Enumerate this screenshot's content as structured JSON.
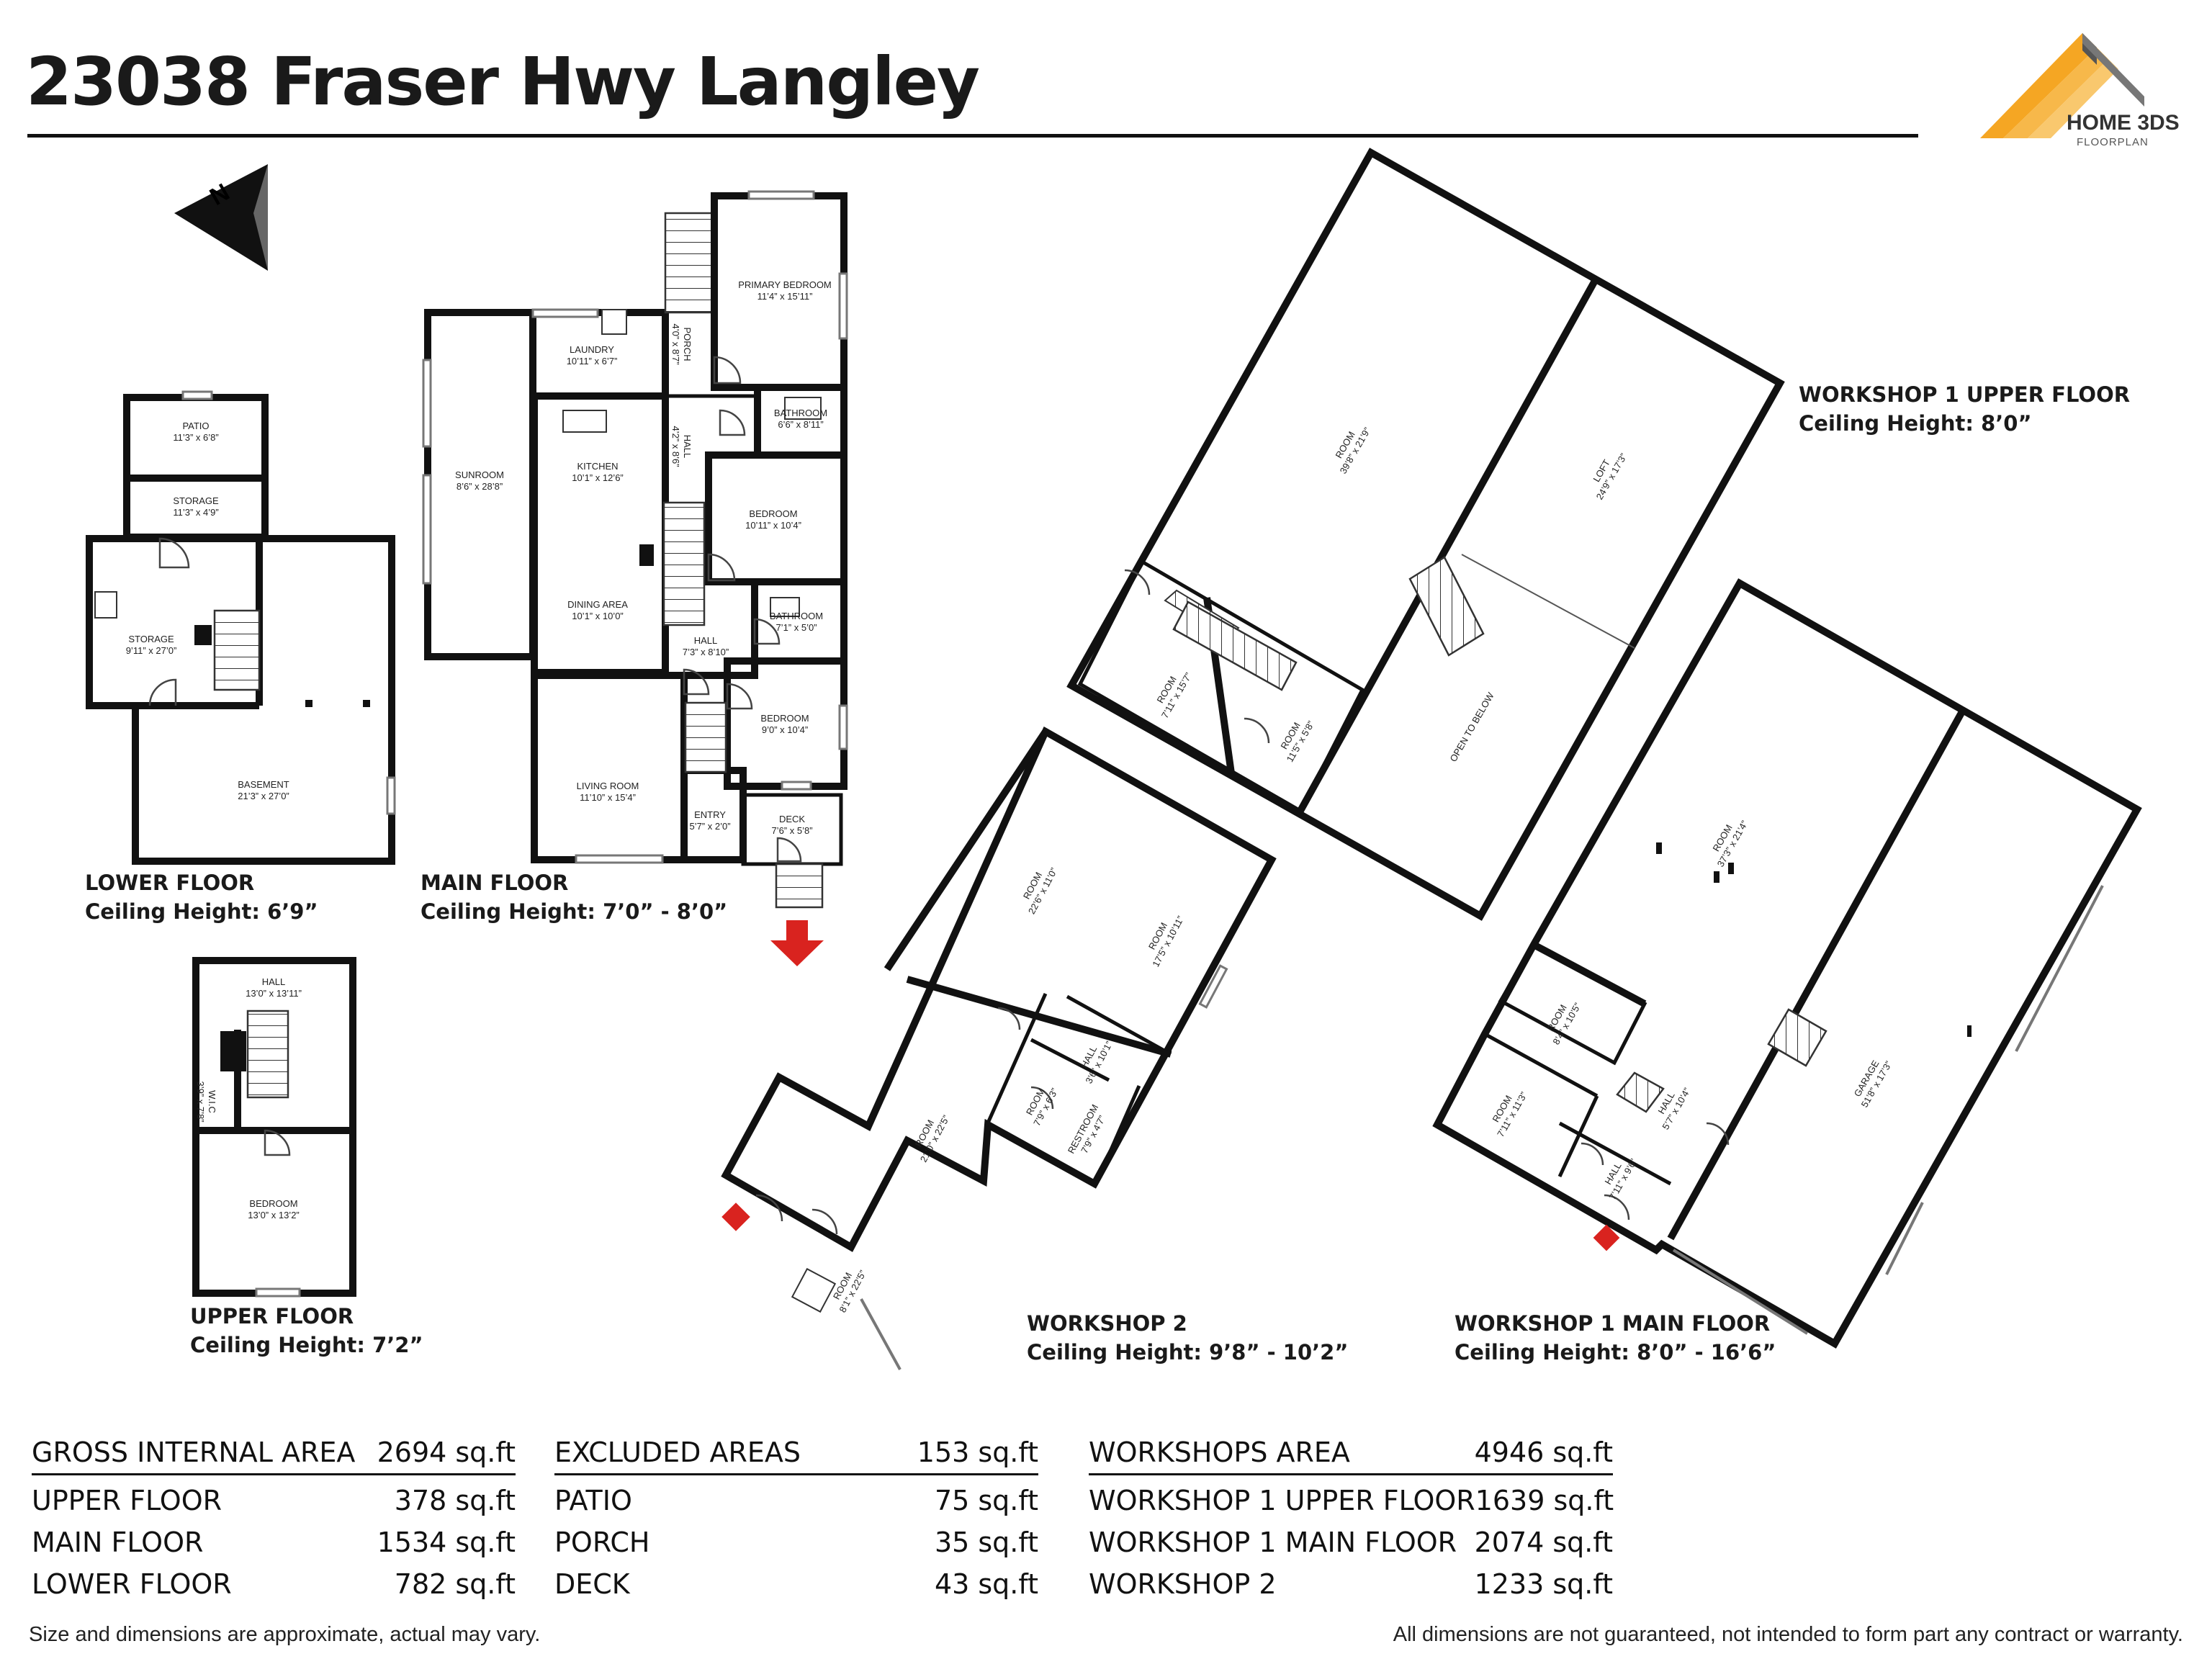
{
  "title": "23038 Fraser Hwy Langley",
  "logo": {
    "name": "HOME 3DS",
    "sub": "FLOORPLAN",
    "accent": "#f5a623"
  },
  "compass": {
    "label": "N"
  },
  "floors": {
    "lower": {
      "title": "LOWER FLOOR",
      "ceiling": "Ceiling Height: 6’9”"
    },
    "main": {
      "title": "MAIN FLOOR",
      "ceiling": "Ceiling Height: 7’0” - 8’0”"
    },
    "upper": {
      "title": "UPPER FLOOR",
      "ceiling": "Ceiling Height: 7’2”"
    },
    "w2": {
      "title": "WORKSHOP 2",
      "ceiling": "Ceiling Height: 9’8” - 10’2”"
    },
    "w1main": {
      "title": "WORKSHOP 1 MAIN FLOOR",
      "ceiling": "Ceiling Height: 8’0” - 16’6”"
    },
    "w1upper": {
      "title": "WORKSHOP 1 UPPER FLOOR",
      "ceiling": "Ceiling Height: 8’0”"
    }
  },
  "rooms": {
    "patio": {
      "name": "PATIO",
      "dim": "11’3” x 6’8”"
    },
    "storage_small": {
      "name": "STORAGE",
      "dim": "11’3” x 4’9”"
    },
    "storage": {
      "name": "STORAGE",
      "dim": "9’11” x 27’0”"
    },
    "basement": {
      "name": "BASEMENT",
      "dim": "21’3” x 27’0”"
    },
    "laundry": {
      "name": "LAUNDRY",
      "dim": "10’11” x 6’7”"
    },
    "porch": {
      "name": "PORCH",
      "dim": "4’0” x 8’7”"
    },
    "primary": {
      "name": "PRIMARY BEDROOM",
      "dim": "11’4” x 15’11”"
    },
    "bath1": {
      "name": "BATHROOM",
      "dim": "6’6” x 8’11”"
    },
    "sunroom": {
      "name": "SUNROOM",
      "dim": "8’6” x 28’8”"
    },
    "kitchen": {
      "name": "KITCHEN",
      "dim": "10’1” x 12’6”"
    },
    "hall_main1": {
      "name": "HALL",
      "dim": "4’2” x 8’6”"
    },
    "bed1": {
      "name": "BEDROOM",
      "dim": "10’11” x 10’4”"
    },
    "dining": {
      "name": "DINING AREA",
      "dim": "10’1” x 10’0”"
    },
    "bath2": {
      "name": "BATHROOM",
      "dim": "7’1” x 5’0”"
    },
    "hall_main2": {
      "name": "HALL",
      "dim": "7’3” x 8’10”"
    },
    "bed2": {
      "name": "BEDROOM",
      "dim": "9’0” x 10’4”"
    },
    "living": {
      "name": "LIVING ROOM",
      "dim": "11’10” x 15’4”"
    },
    "entry": {
      "name": "ENTRY",
      "dim": "5’7” x 2’0”"
    },
    "deck": {
      "name": "DECK",
      "dim": "7’6” x 5’8”"
    },
    "hall_up": {
      "name": "HALL",
      "dim": "13’0” x 13’11”"
    },
    "wic": {
      "name": "W.I.C",
      "dim": "3’9” x 7’8”"
    },
    "bed_up": {
      "name": "BEDROOM",
      "dim": "13’0” x 13’2”"
    },
    "w1u_room": {
      "name": "ROOM",
      "dim": "39’8” x 21’9”"
    },
    "w1u_loft": {
      "name": "LOFT",
      "dim": "24’9” x 17’3”"
    },
    "w1u_open": {
      "name": "OPEN TO BELOW",
      "dim": ""
    },
    "w1u_room2": {
      "name": "ROOM",
      "dim": "7’11” x 15’7”"
    },
    "w1u_room3": {
      "name": "ROOM",
      "dim": "11’5” x 5’8”"
    },
    "w2_room1": {
      "name": "ROOM",
      "dim": "22’6” x 11’0”"
    },
    "w2_room2": {
      "name": "ROOM",
      "dim": "17’5” x 10’11”"
    },
    "w2_room3": {
      "name": "ROOM",
      "dim": "21’0” x 22’5”"
    },
    "w2_hall": {
      "name": "HALL",
      "dim": "3’6” x 10’1”"
    },
    "w2_room4": {
      "name": "ROOM",
      "dim": "7’9” x 6’3”"
    },
    "w2_rest": {
      "name": "RESTROOM",
      "dim": "7’9” x 4’7”"
    },
    "w2_room5": {
      "name": "ROOM",
      "dim": "8’1” x 22’5”"
    },
    "w1m_room": {
      "name": "ROOM",
      "dim": "37’3” x 21’4”"
    },
    "w1m_garage": {
      "name": "GARAGE",
      "dim": "51’8” x 17’3”"
    },
    "w1m_room2": {
      "name": "ROOM",
      "dim": "8’4” x 10’5”"
    },
    "w1m_room3": {
      "name": "ROOM",
      "dim": "7’11” x 11’3”"
    },
    "w1m_hall1": {
      "name": "HALL",
      "dim": "5’7” x 10’4”"
    },
    "w1m_hall2": {
      "name": "HALL",
      "dim": "7’11” x 9’6”"
    }
  },
  "areas": {
    "gross": {
      "label": "GROSS INTERNAL AREA",
      "total": "2694 sq.ft",
      "rows": [
        {
          "label": "UPPER FLOOR",
          "value": "378 sq.ft"
        },
        {
          "label": "MAIN FLOOR",
          "value": "1534 sq.ft"
        },
        {
          "label": "LOWER FLOOR",
          "value": "782 sq.ft"
        }
      ]
    },
    "excluded": {
      "label": "EXCLUDED AREAS",
      "total": "153 sq.ft",
      "rows": [
        {
          "label": "PATIO",
          "value": "75 sq.ft"
        },
        {
          "label": "PORCH",
          "value": "35 sq.ft"
        },
        {
          "label": "DECK",
          "value": "43 sq.ft"
        }
      ]
    },
    "workshops": {
      "label": "WORKSHOPS AREA",
      "total": "4946 sq.ft",
      "rows": [
        {
          "label": "WORKSHOP 1 UPPER FLOOR",
          "value": "1639 sq.ft"
        },
        {
          "label": "WORKSHOP 1 MAIN FLOOR",
          "value": "2074 sq.ft"
        },
        {
          "label": "WORKSHOP 2",
          "value": "1233 sq.ft"
        }
      ]
    }
  },
  "footer": {
    "left": "Size and dimensions are approximate, actual may vary.",
    "right": "All dimensions are not guaranteed, not intended to form part any contract or warranty."
  }
}
